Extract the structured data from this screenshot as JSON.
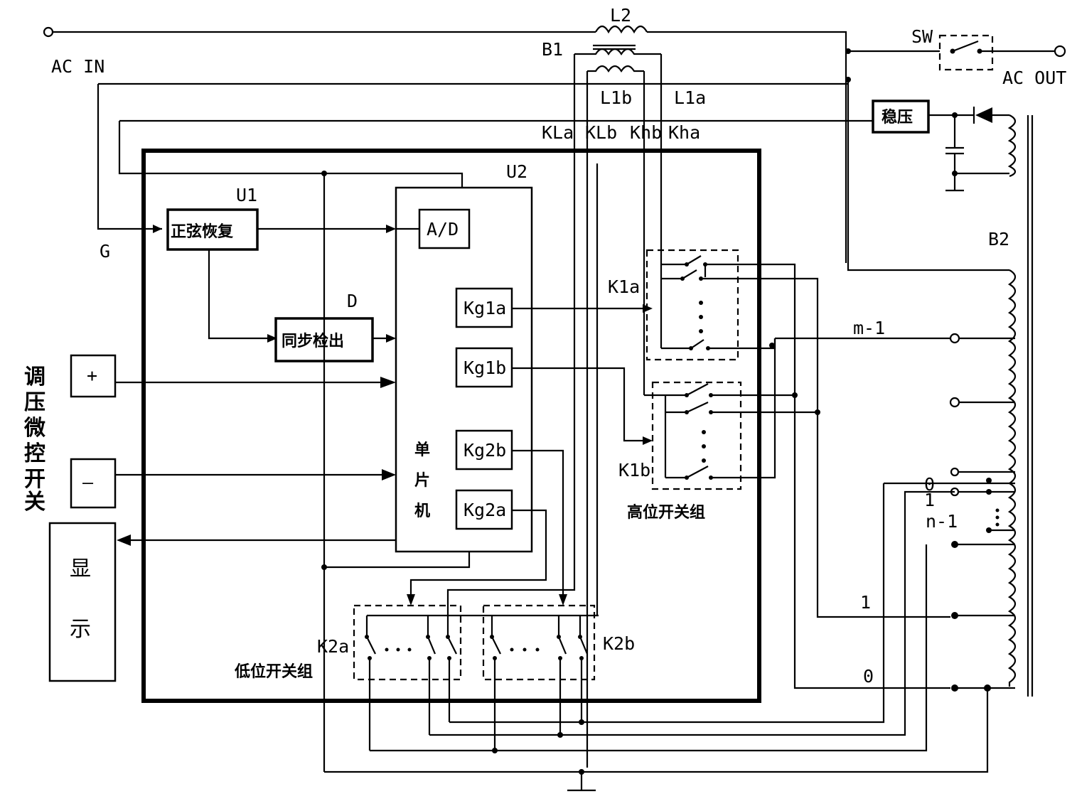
{
  "labels": {
    "ac_in": "AC IN",
    "ac_out": "AC OUT",
    "sw": "SW",
    "l2": "L2",
    "b1": "B1",
    "b2": "B2",
    "l1b": "L1b",
    "l1a": "L1a",
    "kla": "KLa",
    "klb": "KLb",
    "khb": "Khb",
    "kha": "Kha",
    "u1": "U1",
    "u2": "U2",
    "g": "G",
    "d": "D",
    "k1a": "K1a",
    "k1b": "K1b",
    "k2a": "K2a",
    "k2b": "K2b",
    "m_minus_1": "m-1",
    "n_minus_1": "n-1",
    "tap_0_upper": "0",
    "tap_1_upper": "1",
    "tap_1_lower": "1",
    "tap_0_lower": "0"
  },
  "blocks": {
    "regulator": "稳压",
    "sine_restore": "正弦恢复",
    "ad": "A/D",
    "sync_detect": "同步检出",
    "kg1a": "Kg1a",
    "kg1b": "Kg1b",
    "kg2b": "Kg2b",
    "kg2a": "Kg2a",
    "mcu_line1": "单",
    "mcu_line2": "片",
    "mcu_line3": "机",
    "plus_button": "+",
    "minus_button": "—",
    "display_line1": "显",
    "display_line2": "示"
  },
  "texts": {
    "high_switch_group": "高位开关组",
    "low_switch_group": "低位开关组",
    "fine_tune_switch": [
      "调",
      "压",
      "微",
      "控",
      "开",
      "关"
    ]
  }
}
